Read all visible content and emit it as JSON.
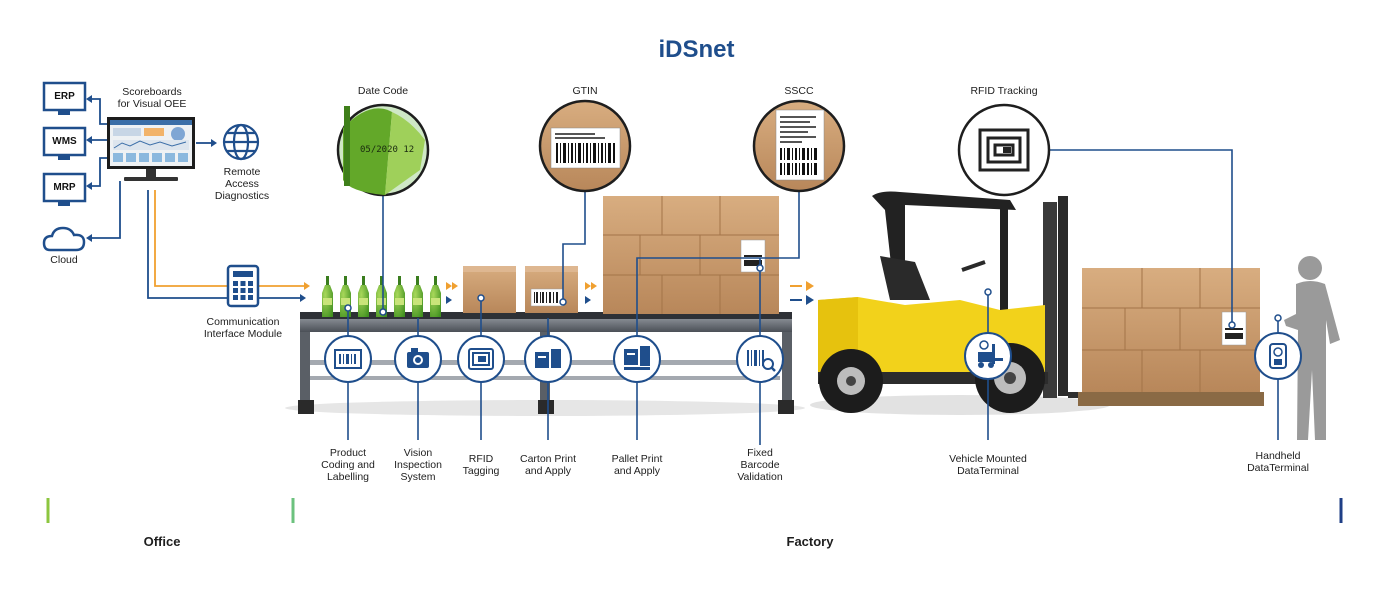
{
  "title": "iDSnet",
  "office": {
    "systems": [
      "ERP",
      "WMS",
      "MRP"
    ],
    "cloud": "Cloud",
    "scoreboards": "Scoreboards\nfor Visual OEE",
    "remote": "Remote\nAccess\nDiagnostics",
    "comm_module": "Communication\nInterface Module"
  },
  "callouts": {
    "date_code": "Date Code",
    "date_code_text": "05/2020 12",
    "gtin": "GTIN",
    "sscc": "SSCC",
    "rfid_tracking": "RFID Tracking"
  },
  "stations": [
    {
      "label": "Product\nCoding and\nLabelling",
      "icon": "barcode-label-icon"
    },
    {
      "label": "Vision\nInspection\nSystem",
      "icon": "camera-icon"
    },
    {
      "label": "RFID\nTagging",
      "icon": "rfid-tag-icon"
    },
    {
      "label": "Carton Print\nand Apply",
      "icon": "carton-printer-icon"
    },
    {
      "label": "Pallet Print\nand Apply",
      "icon": "pallet-printer-icon"
    },
    {
      "label": "Fixed\nBarcode\nValidation",
      "icon": "barcode-scan-icon"
    },
    {
      "label": "Vehicle Mounted\nDataTerminal",
      "icon": "forklift-terminal-icon"
    },
    {
      "label": "Handheld\nDataTerminal",
      "icon": "handheld-terminal-icon"
    }
  ],
  "zones": {
    "office": "Office",
    "factory": "Factory"
  },
  "colors": {
    "navy": "#1f4e8c",
    "orange": "#f0a030",
    "green": "#8cc63f",
    "forklift": "#f2d21b",
    "cardboard": "#c99a6a"
  }
}
